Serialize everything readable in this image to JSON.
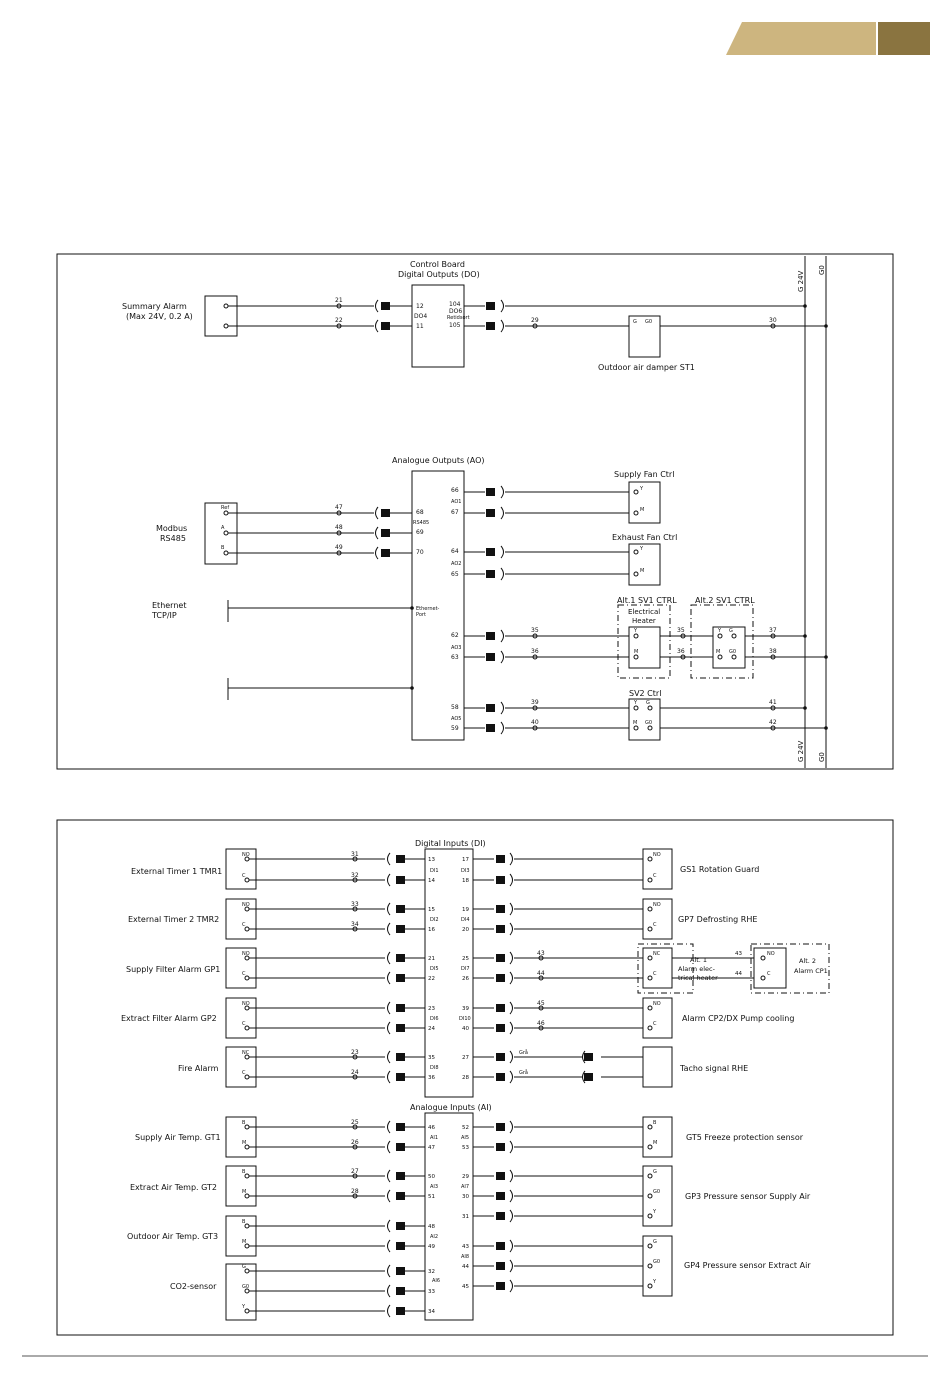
{
  "header": {
    "tab_color_light": "#d9c38f",
    "tab_color_dark": "#8a7440"
  },
  "top": {
    "control_title_1": "Control Board",
    "control_title_2": "Digital Outputs (DO)",
    "summary_alarm": "Summary Alarm",
    "summary_alarm_sub": "(Max 24V, 0.2 A)",
    "do4": "DO4",
    "do6": "DO6",
    "do_ret": "Retidsort",
    "damper": "Outdoor air damper ST1",
    "ao_title": "Analogue Outputs (AO)",
    "modbus": "Modbus",
    "rs485": "RS485",
    "ethernet": "Ethernet",
    "tcpip": "TCP/IP",
    "eth_port_1": "Ethernet-",
    "eth_port_2": "Port",
    "rs485_pin": "RS485",
    "supply_fan": "Supply Fan Ctrl",
    "exhaust_fan": "Exhaust Fan Ctrl",
    "alt1_sv1": "Alt.1 SV1 CTRL",
    "alt2_sv1": "Alt.2 SV1 CTRL",
    "el_heater_1": "Electrical",
    "el_heater_2": "Heater",
    "sv2": "SV2 Ctrl",
    "g24v": "G 24V",
    "g0": "G0",
    "ao1": "AO1",
    "ao2": "AO2",
    "ao3": "AO3",
    "ao5": "AO5"
  },
  "bottom": {
    "di_title": "Digital Inputs (DI)",
    "ai_title": "Analogue Inputs (AI)",
    "left_labels": [
      "External Timer 1 TMR1",
      "External Timer 2 TMR2",
      "Supply Filter Alarm GP1",
      "Extract Filter Alarm GP2",
      "Fire Alarm",
      "Supply Air Temp. GT1",
      "Extract Air Temp. GT2",
      "Outdoor Air Temp. GT3",
      "CO2-sensor"
    ],
    "right_labels": [
      "GS1 Rotation Guard",
      "GP7 Defrosting RHE",
      "Alarm CP2/DX Pump cooling",
      "Tacho signal RHE",
      "GT5 Freeze protection sensor",
      "GP3 Pressure sensor Supply Air",
      "GP4 Pressure sensor Extract Air"
    ],
    "alt1_1": "Alt. 1",
    "alt1_2": "Alarm elec-",
    "alt1_3": "trical heater",
    "alt2_1": "Alt. 2",
    "alt2_2": "Alarm CP1",
    "gro": "Grå"
  }
}
